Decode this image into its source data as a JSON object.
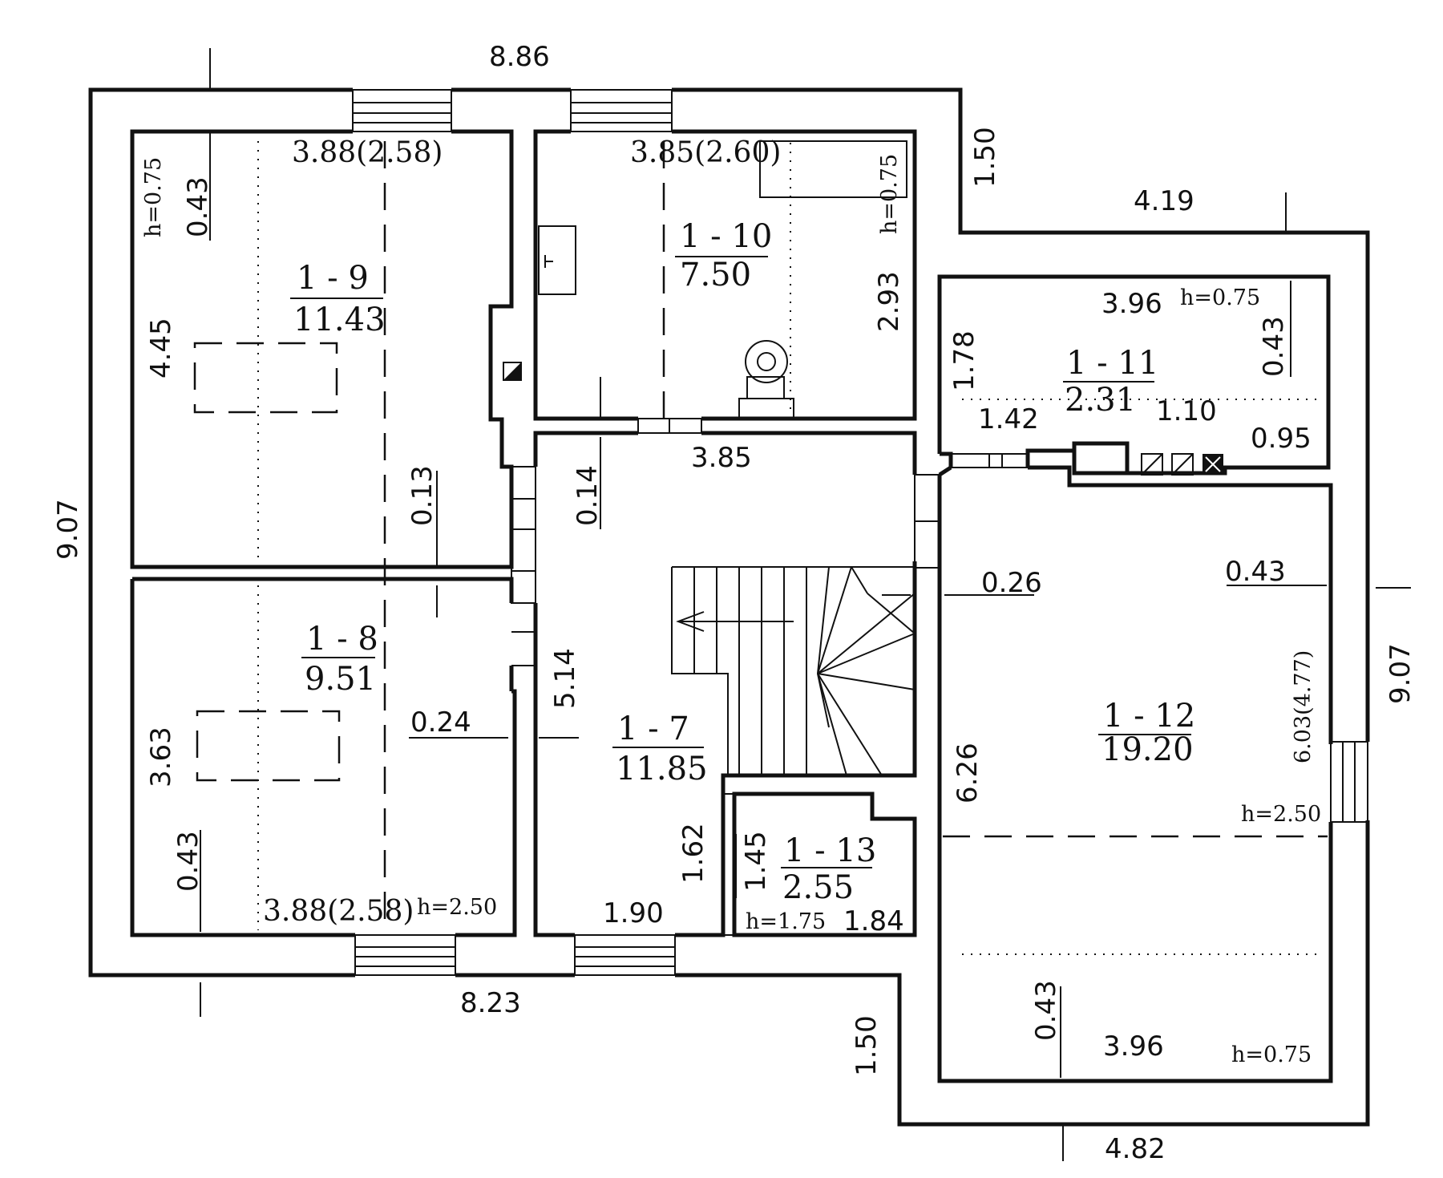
{
  "rooms": [
    {
      "id": "1 - 7",
      "area": "11.85"
    },
    {
      "id": "1 - 8",
      "area": "9.51"
    },
    {
      "id": "1 - 9",
      "area": "11.43"
    },
    {
      "id": "1 - 10",
      "area": "7.50"
    },
    {
      "id": "1 - 11",
      "area": "2.31"
    },
    {
      "id": "1 - 12",
      "area": "19.20"
    },
    {
      "id": "1 - 13",
      "area": "2.55"
    }
  ],
  "dimensions": {
    "top_total": "8.86",
    "bottom_total": "8.23",
    "left_total": "9.07",
    "right_total": "9.07",
    "top_right_step": "1.50",
    "top_right_width": "4.19",
    "bottom_right_step": "1.50",
    "bottom_right_width": "4.82",
    "r19_width": "3.88(2.58)",
    "r19_depth": "4.45",
    "r19_knee": "0.43",
    "r19_wall": "0.13",
    "r18_width": "3.88(2.58)",
    "r18_depth": "3.63",
    "r18_knee": "0.43",
    "r18_wall": "0.24",
    "r110_width": "3.85(2.60)",
    "r110_depth": "2.93",
    "r17_top": "3.85",
    "r17_wall": "0.14",
    "r17_depth": "5.14",
    "r17_bottom": "1.90",
    "r17_step": "1.62",
    "r111_width": "3.96",
    "r111_knee": "0.43",
    "r111_depth": "1.78",
    "r111_a": "1.42",
    "r111_b": "1.10",
    "r111_c": "0.95",
    "wall_026": "0.26",
    "r112_knee_right": "0.43",
    "r112_height_dim": "6.03(4.77)",
    "r112_depth": "6.26",
    "r112_knee_bottom": "0.43",
    "r112_width": "3.96",
    "r113_depth": "1.45",
    "r113_width": "1.84"
  },
  "heights": {
    "r19": "h=0.75",
    "r18": "h=2.50",
    "r110": "h=0.75",
    "r111": "h=0.75",
    "r112_mid": "h=2.50",
    "r112_bottom": "h=0.75",
    "r113": "h=1.75"
  }
}
